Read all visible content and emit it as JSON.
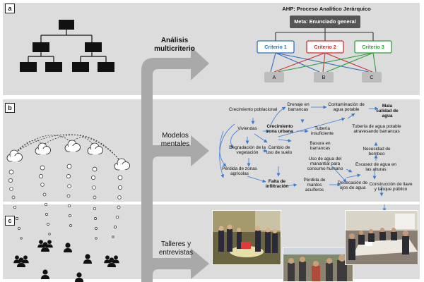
{
  "panels": [
    {
      "tag": "a",
      "label_line1": "Análisis",
      "label_line2": "multicriterio"
    },
    {
      "tag": "b",
      "label_line1": "Modelos",
      "label_line2": "mentales"
    },
    {
      "tag": "c",
      "label_line1": "Talleres y",
      "label_line2": "entrevistas"
    }
  ],
  "ahp": {
    "title": "AHP: Proceso Analítico Jerárquico",
    "goal": "Meta: Enunciado general",
    "criteria": [
      "Criterio 1",
      "Criterio 2",
      "Criterio 3"
    ],
    "alternatives": [
      "A",
      "B",
      "C"
    ],
    "colors": {
      "criterio1": "#2f6fc0",
      "criterio2": "#d32f2f",
      "criterio3": "#2e9e3e",
      "goal_box": "#555555",
      "alt_box": "#bdbdbd"
    }
  },
  "mental_model": {
    "nodes": {
      "crecimiento": "Crecimiento poblacional",
      "drenaje": "Drenaje en barrancas",
      "contaminacion": "Contaminación de agua potable",
      "mala_calidad": "Mala calidad de agua",
      "viviendas": "Viviendas",
      "crec_zona": "Crecimiento zona urbana",
      "tuberia_insuf": "Tubería insuficiente",
      "tuberia_potable": "Tubería de agua potable atravesando barrancas",
      "degradacion": "Degradación de la vegetación",
      "cambio_uso": "Cambio de uso de suelo",
      "basura": "Basura en barrancas",
      "necesidad_bombeo": "Necesidad de bombeo",
      "uso_manantial": "Uso de agua del manantial para consumo humano",
      "perdida_agricolas": "Pérdida de zonas agrícolas",
      "escasez": "Escasez de agua en las alturas",
      "falta_infiltracion": "Falta de infiltración",
      "perdida_mantos": "Pérdida de mantos acuíferos",
      "desecacion": "Desecación de ojos de agua",
      "construccion": "Construcción de llave y tanque público"
    },
    "edge_color": "#3a7bd5"
  },
  "photos": [
    "workshop-photo-group",
    "workshop-photo-outdoor",
    "workshop-photo-meeting"
  ]
}
